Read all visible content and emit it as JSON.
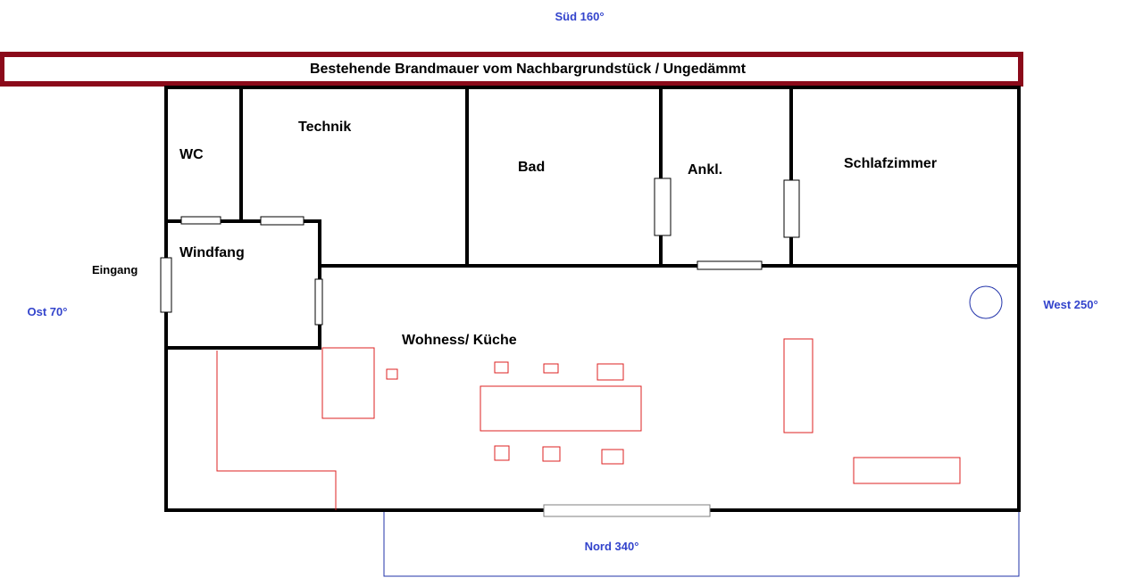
{
  "title": "Bestehende Brandmauer vom Nachbargrundstück / Ungedämmt",
  "compass": {
    "south": "Süd 160°",
    "east": "Ost 70°",
    "west": "West 250°",
    "north": "Nord 340°",
    "color": "#3344cc"
  },
  "rooms": {
    "wc": "WC",
    "technik": "Technik",
    "bad": "Bad",
    "ankl": "Ankl.",
    "schlafzimmer": "Schlafzimmer",
    "windfang": "Windfang",
    "wohness": "Wohness/ Küche"
  },
  "labels": {
    "eingang": "Eingang"
  },
  "colors": {
    "firewall_border": "#8b0a1a",
    "walls": "#000000",
    "furniture": "#dd2222",
    "terrace": "#2233aa"
  }
}
